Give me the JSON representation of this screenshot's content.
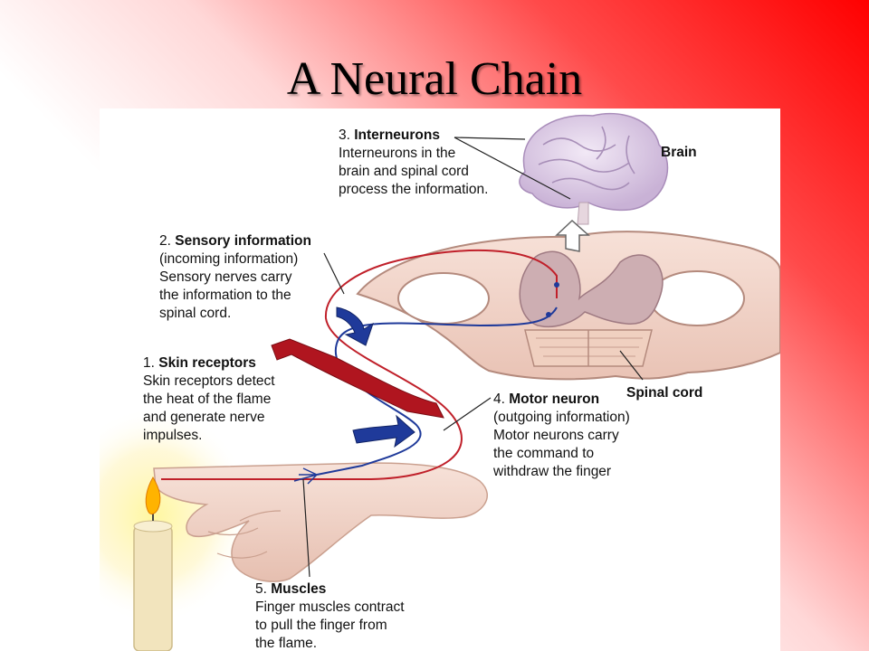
{
  "slide": {
    "title": "A Neural Chain"
  },
  "labels": {
    "interneurons": {
      "num": "3.",
      "head": "Interneurons",
      "lines": [
        "Interneurons in the",
        "brain and spinal cord",
        "process the information."
      ]
    },
    "sensory": {
      "num": "2.",
      "head": "Sensory information",
      "lines": [
        "(incoming information)",
        "Sensory nerves carry",
        "the information to the",
        "spinal cord."
      ]
    },
    "skin": {
      "num": "1.",
      "head": "Skin receptors",
      "lines": [
        "Skin receptors detect",
        "the heat of the flame",
        "and generate nerve",
        "impulses."
      ]
    },
    "motor": {
      "num": "4.",
      "head": "Motor neuron",
      "lines": [
        "(outgoing information)",
        "Motor neurons carry",
        "the command to",
        "withdraw the finger"
      ]
    },
    "muscles": {
      "num": "5.",
      "head": "Muscles",
      "lines": [
        "Finger muscles contract",
        "to pull the finger from",
        "the flame."
      ]
    }
  },
  "tags": {
    "brain": "Brain",
    "spinal_cord": "Spinal cord"
  },
  "colors": {
    "sensory_nerve": "#c0202a",
    "motor_nerve": "#1f3a9a",
    "cord_tissue": "#f2d2c6",
    "gray_matter": "#c9a8ac",
    "brain": "#d9c7e3",
    "skin": "#f1d3c6",
    "candle": "#f3e6c0",
    "flame": "#ffb300"
  }
}
